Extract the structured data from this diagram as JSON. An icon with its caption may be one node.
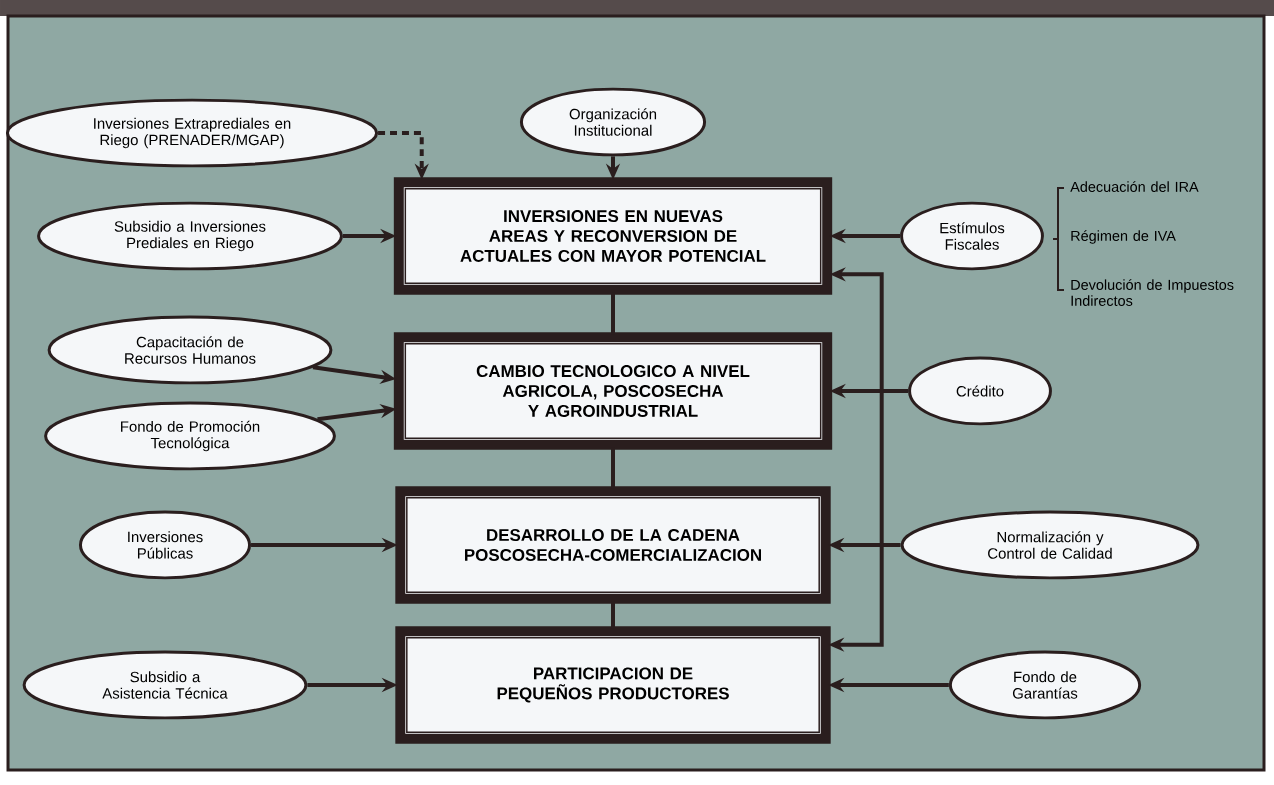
{
  "diagram": {
    "nodes": [
      {
        "text": [
          "Organización Institucional"
        ]
      },
      {
        "text": [
          "Inversiones Extraprediales en Riego (PRENADER/MGAP)"
        ]
      },
      {
        "text": [
          "INVERSIONES EN NUEVAS AREAS Y RECONVERSION DE ACTUALES CON MAYOR POTENCIAL"
        ]
      },
      {
        "text": [
          "Subsidio a Inversiones Prediales en Riego"
        ]
      },
      {
        "text": [
          "Estímulos Fiscales"
        ]
      },
      {
        "text": [
          "Capacitación de Recursos Humanos"
        ]
      },
      {
        "text": [
          "CAMBIO TECNOLOGICO A NIVEL AGRICOLA, POSCOSECHA Y AGROINDUSTRIAL"
        ]
      },
      {
        "text": [
          "Crédito"
        ]
      },
      {
        "text": [
          "Fondo de Promoción Tecnológica"
        ]
      },
      {
        "text": [
          "Inversiones Públicas"
        ]
      },
      {
        "text": [
          "DESARROLLO DE LA CADENA POSCOSECHA-COMERCIALIZACION"
        ]
      },
      {
        "text": [
          "Normalización y Control de Calidad"
        ]
      },
      {
        "text": [
          "Subsidio a Asistencia Técnica"
        ]
      },
      {
        "text": [
          "PARTICIPACION DE PEQUEÑOS PRODUCTORES"
        ]
      },
      {
        "text": [
          "Fondo de Garantías"
        ]
      }
    ],
    "edges": [
      {
        "from": 0,
        "to": 2,
        "arrow": "to"
      },
      {
        "from": 1,
        "to": 2,
        "arrow": "to",
        "style": "dashed"
      },
      {
        "from": 3,
        "to": 2,
        "arrow": "to"
      },
      {
        "from": 4,
        "to": 2,
        "arrow": "to"
      },
      {
        "from": 2,
        "to": 6,
        "arrow": "none"
      },
      {
        "from": 5,
        "to": 6,
        "arrow": "to"
      },
      {
        "from": 8,
        "to": 6,
        "arrow": "to"
      },
      {
        "from": 7,
        "to": 6,
        "arrow": "to"
      },
      {
        "from": 6,
        "to": 10,
        "arrow": "none"
      },
      {
        "from": 9,
        "to": 10,
        "arrow": "to"
      },
      {
        "from": 11,
        "to": 10,
        "arrow": "to"
      },
      {
        "from": 10,
        "to": 13,
        "arrow": "none"
      },
      {
        "from": 12,
        "to": 13,
        "arrow": "to"
      },
      {
        "from": 14,
        "to": 13,
        "arrow": "to"
      },
      {
        "from": 2,
        "to": 13,
        "arrow": "both"
      }
    ],
    "labels": [
      "Adecuación del IRA",
      "Régimen de IVA",
      "Devolución de Impuestos Indirectos"
    ]
  }
}
